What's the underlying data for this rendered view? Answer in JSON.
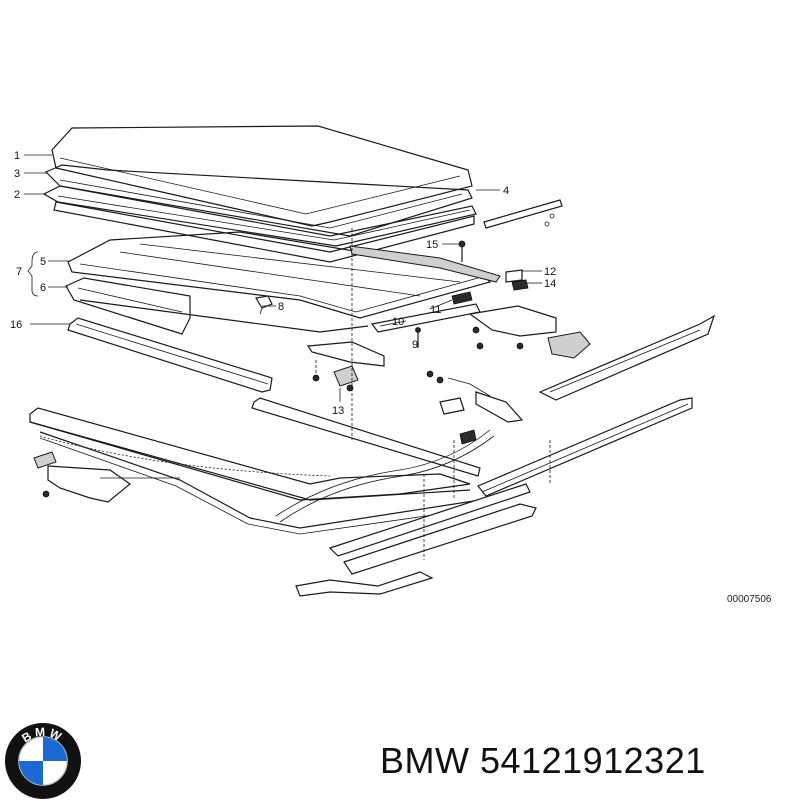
{
  "diagram": {
    "callouts": [
      "1",
      "3",
      "2",
      "4",
      "5",
      "7",
      "6",
      "16",
      "8",
      "15",
      "12",
      "14",
      "11",
      "10",
      "9",
      "13"
    ],
    "reference_number": "00007506"
  },
  "footer": {
    "brand": "BMW",
    "part_number": "54121912321",
    "logo_letters": "BMW"
  },
  "colors": {
    "logo_blue": "#1c69d4",
    "logo_ring": "#111111",
    "line": "#1a1a1a"
  }
}
